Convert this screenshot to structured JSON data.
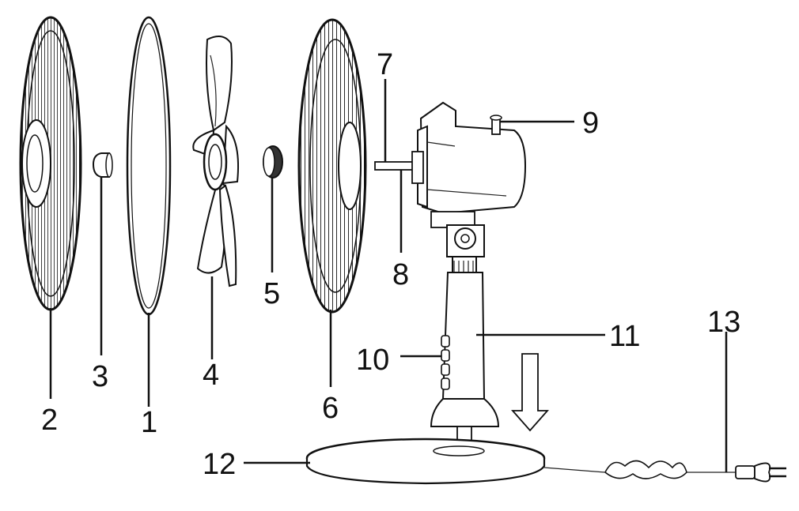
{
  "diagram": {
    "labels": {
      "p1": "1",
      "p2": "2",
      "p3": "3",
      "p4": "4",
      "p5": "5",
      "p6": "6",
      "p7": "7",
      "p8": "8",
      "p9": "9",
      "p10": "10",
      "p11": "11",
      "p12": "12",
      "p13": "13"
    }
  }
}
